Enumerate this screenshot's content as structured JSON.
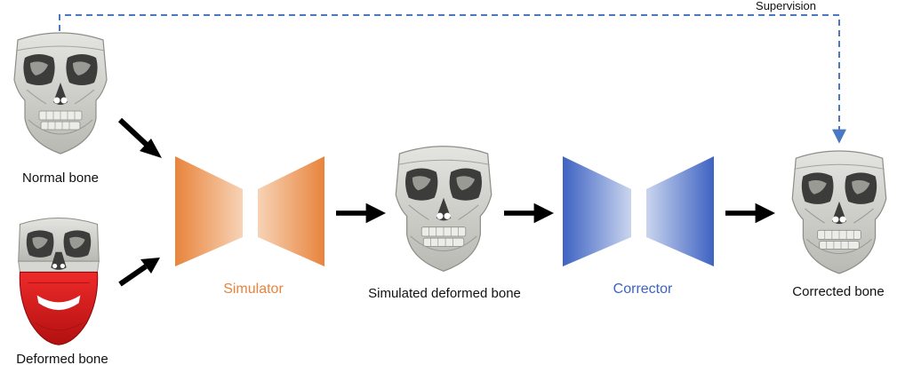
{
  "labels": {
    "supervision": "Supervision",
    "normal_bone": "Normal bone",
    "deformed_bone": "Deformed bone",
    "simulator": "Simulator",
    "simulated_deformed_bone": "Simulated deformed bone",
    "corrector": "Corrector",
    "corrected_bone": "Corrected bone"
  },
  "colors": {
    "simulator": "#e8843c",
    "corrector": "#3d62c2",
    "supervision_line": "#4a78c2",
    "arrow": "#000000",
    "deformed_jaw": "#dd1a1a"
  }
}
